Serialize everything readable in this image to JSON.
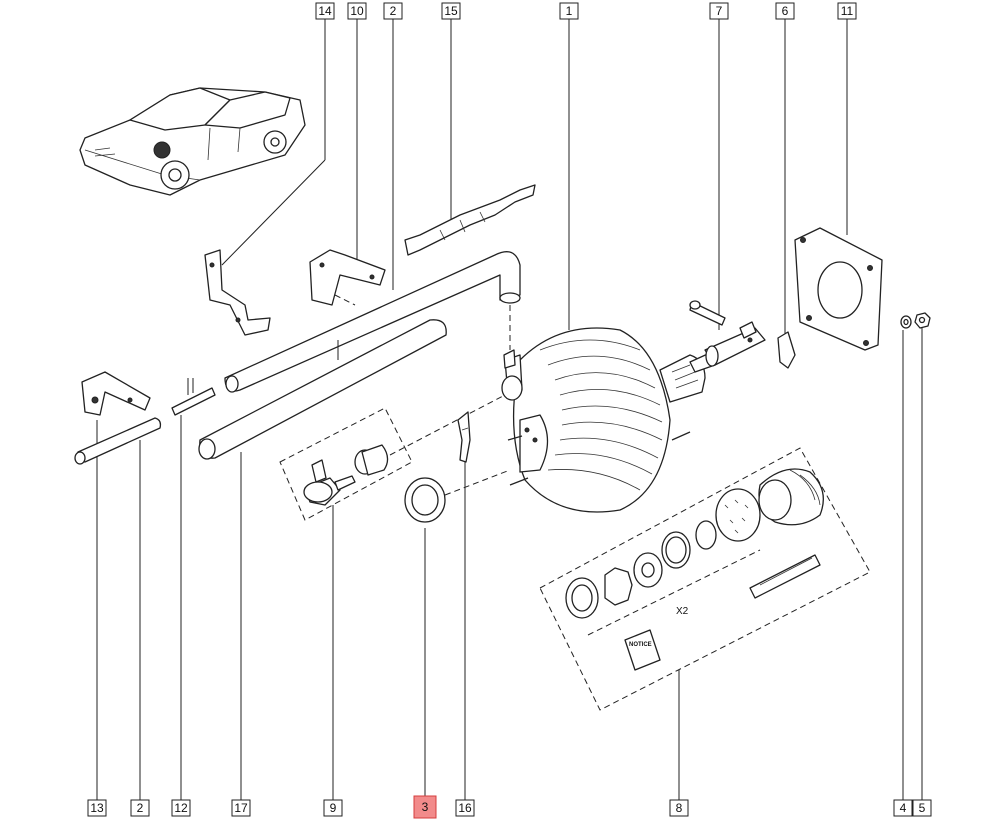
{
  "callouts": {
    "top": [
      "14",
      "10",
      "2",
      "15",
      "1",
      "7",
      "6",
      "11"
    ],
    "bottom": [
      "13",
      "2",
      "12",
      "17",
      "9",
      "3",
      "16",
      "8",
      "4",
      "5"
    ]
  },
  "highlighted_callout": "3",
  "annotations": {
    "multiplier": "X2",
    "leaflet_text": "NOTICE"
  },
  "colors": {
    "highlight_fill": "#f28b8b",
    "highlight_stroke": "#d43c3c",
    "line": "#222222"
  }
}
